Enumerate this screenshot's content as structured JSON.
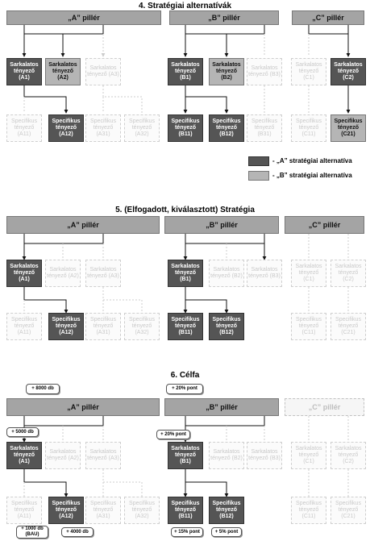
{
  "titles": {
    "s1": "4. Stratégiai alternatívák",
    "s2": "5. (Elfogadott, kiválasztott) Stratégia",
    "s3": "6. Célfa"
  },
  "pillars": {
    "a": "„A” pillér",
    "b": "„B” pillér",
    "c": "„C” pillér"
  },
  "boxes": {
    "a1": "Sarkalatos tényező (A1)",
    "a2": "Sarkalatos tényező (A2)",
    "a3": "Sarkalatos tényező (A3)",
    "a11": "Specifikus tényező (A11)",
    "a12": "Specifikus tényező (A12)",
    "a31": "Specifikus tényező (A31)",
    "a32": "Specifikus tényező (A32)",
    "b1": "Sarkalatos tényező (B1)",
    "b2": "Sarkalatos tényező (B2)",
    "b3": "Sarkalatos tényező (B3)",
    "b11": "Specifikus tényező (B11)",
    "b12": "Specifikus tényező (B12)",
    "b31": "Specifikus tényező (B31)",
    "c1": "Sarkalatos tényező (C1)",
    "c2": "Sarkalatos tényező (C2)",
    "c11": "Specifikus tényező (C11)",
    "c21": "Specifikus tényező (C21)"
  },
  "legend": {
    "a": "- „A” stratégiai alternatíva",
    "b": "- „B” stratégiai alternatíva",
    "a_color": "#555555",
    "b_color": "#b5b5b5"
  },
  "annotations": {
    "pillar_a": "+ 8000 db",
    "pillar_b": "+ 20% pont",
    "a1": "+ 5000 db",
    "b1": "+ 20% pont",
    "a11": "+ 1000 db (BAU)",
    "a12": "+ 4000 db",
    "b11": "+ 15% pont",
    "b12": "+ 5% pont"
  }
}
